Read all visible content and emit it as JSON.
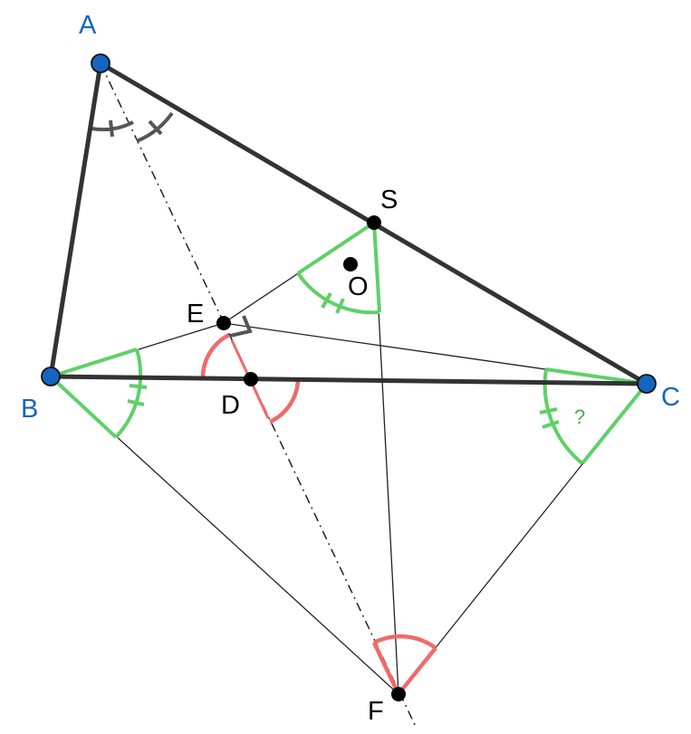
{
  "figure": {
    "points": [
      {
        "id": "A",
        "label": "A",
        "color": "#1565c0",
        "kind": "vertex"
      },
      {
        "id": "B",
        "label": "B",
        "color": "#1565c0",
        "kind": "vertex"
      },
      {
        "id": "C",
        "label": "C",
        "color": "#1565c0",
        "kind": "vertex"
      },
      {
        "id": "S",
        "label": "S",
        "color": "#000000",
        "kind": "point"
      },
      {
        "id": "O",
        "label": "O",
        "color": "#000000",
        "kind": "point"
      },
      {
        "id": "E",
        "label": "E",
        "color": "#000000",
        "kind": "point"
      },
      {
        "id": "D",
        "label": "D",
        "color": "#000000",
        "kind": "point"
      },
      {
        "id": "F",
        "label": "F",
        "color": "#000000",
        "kind": "point"
      }
    ],
    "unknown_angle_label": "?",
    "colors": {
      "thick_line": "#333333",
      "thin_line": "#222222",
      "green_angle": "#5fd068",
      "red_angle": "#f06a6a",
      "gray_angle": "#555555",
      "vertex_fill": "#1565c0"
    }
  }
}
